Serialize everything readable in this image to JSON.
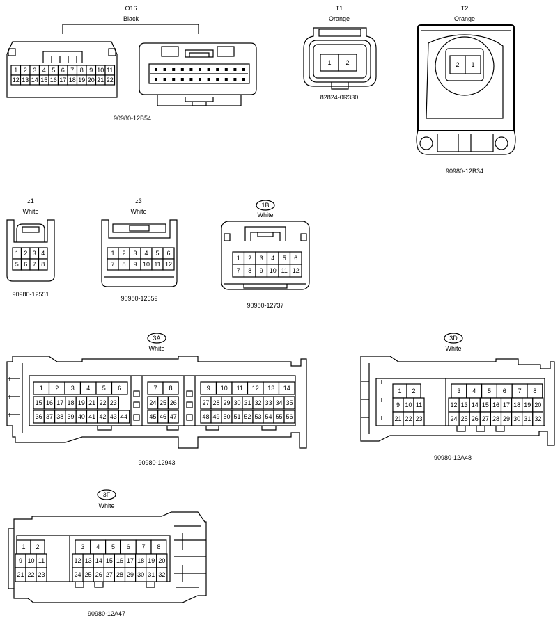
{
  "connectors": {
    "o16": {
      "name": "O16",
      "color": "Black",
      "part": "90980-12B54",
      "pins": [
        "1",
        "2",
        "3",
        "4",
        "5",
        "6",
        "7",
        "8",
        "9",
        "10",
        "11",
        "12",
        "13",
        "14",
        "15",
        "16",
        "17",
        "18",
        "19",
        "20",
        "21",
        "22"
      ]
    },
    "t1": {
      "name": "T1",
      "color": "Orange",
      "part": "82824-0R330",
      "pins": [
        "1",
        "2"
      ]
    },
    "t2": {
      "name": "T2",
      "color": "Orange",
      "part": "90980-12B34",
      "pins": [
        "2",
        "1"
      ]
    },
    "z1": {
      "name": "z1",
      "color": "White",
      "part": "90980-12551",
      "pins": [
        "1",
        "2",
        "3",
        "4",
        "5",
        "6",
        "7",
        "8"
      ]
    },
    "z3": {
      "name": "z3",
      "color": "White",
      "part": "90980-12559",
      "pins": [
        "1",
        "2",
        "3",
        "4",
        "5",
        "6",
        "7",
        "8",
        "9",
        "10",
        "11",
        "12"
      ]
    },
    "c1b": {
      "name": "1B",
      "color": "White",
      "part": "90980-12737",
      "pins": [
        "1",
        "2",
        "3",
        "4",
        "5",
        "6",
        "7",
        "8",
        "9",
        "10",
        "11",
        "12"
      ]
    },
    "c3a": {
      "name": "3A",
      "color": "White",
      "part": "90980-12943",
      "pins": [
        "1",
        "2",
        "3",
        "4",
        "5",
        "6",
        "15",
        "16",
        "17",
        "18",
        "19",
        "21",
        "22",
        "23",
        "36",
        "37",
        "38",
        "39",
        "40",
        "41",
        "42",
        "43",
        "44",
        "7",
        "8",
        "24",
        "25",
        "26",
        "45",
        "46",
        "47",
        "9",
        "10",
        "11",
        "12",
        "13",
        "14",
        "27",
        "28",
        "29",
        "30",
        "31",
        "32",
        "33",
        "34",
        "35",
        "48",
        "49",
        "50",
        "51",
        "52",
        "53",
        "54",
        "55",
        "56"
      ]
    },
    "c3d": {
      "name": "3D",
      "color": "White",
      "part": "90980-12A48",
      "pins": [
        "1",
        "2",
        "9",
        "10",
        "11",
        "21",
        "22",
        "23",
        "3",
        "4",
        "5",
        "6",
        "7",
        "8",
        "12",
        "13",
        "14",
        "15",
        "16",
        "17",
        "18",
        "19",
        "20",
        "24",
        "25",
        "26",
        "27",
        "28",
        "29",
        "30",
        "31",
        "32"
      ]
    },
    "c3f": {
      "name": "3F",
      "color": "White",
      "part": "90980-12A47",
      "pins": [
        "1",
        "2",
        "9",
        "10",
        "11",
        "21",
        "22",
        "23",
        "3",
        "4",
        "5",
        "6",
        "7",
        "8",
        "12",
        "13",
        "14",
        "15",
        "16",
        "17",
        "18",
        "19",
        "20",
        "24",
        "25",
        "26",
        "27",
        "28",
        "29",
        "30",
        "31",
        "32"
      ]
    }
  }
}
